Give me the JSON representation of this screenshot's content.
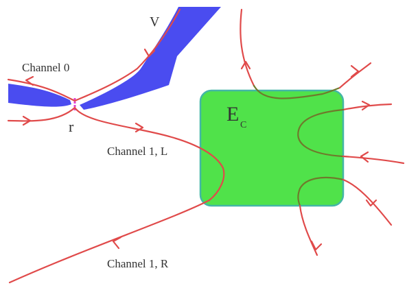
{
  "diagram": {
    "labels": {
      "voltage_gate": "V",
      "channel_0": "Channel 0",
      "point_contact": "r",
      "channel_1_left": "Channel 1, L",
      "channel_1_right": "Channel 1, R",
      "charging_energy_main": "E",
      "charging_energy_sub": "C"
    },
    "colors": {
      "gate": "#4a4cf0",
      "island_fill": "#50e24a",
      "island_stroke": "#43b6a6",
      "edge_channel": "#e04a4a",
      "edge_inside_island": "#6f7a2c",
      "contact_marker": "#e040d0"
    }
  }
}
